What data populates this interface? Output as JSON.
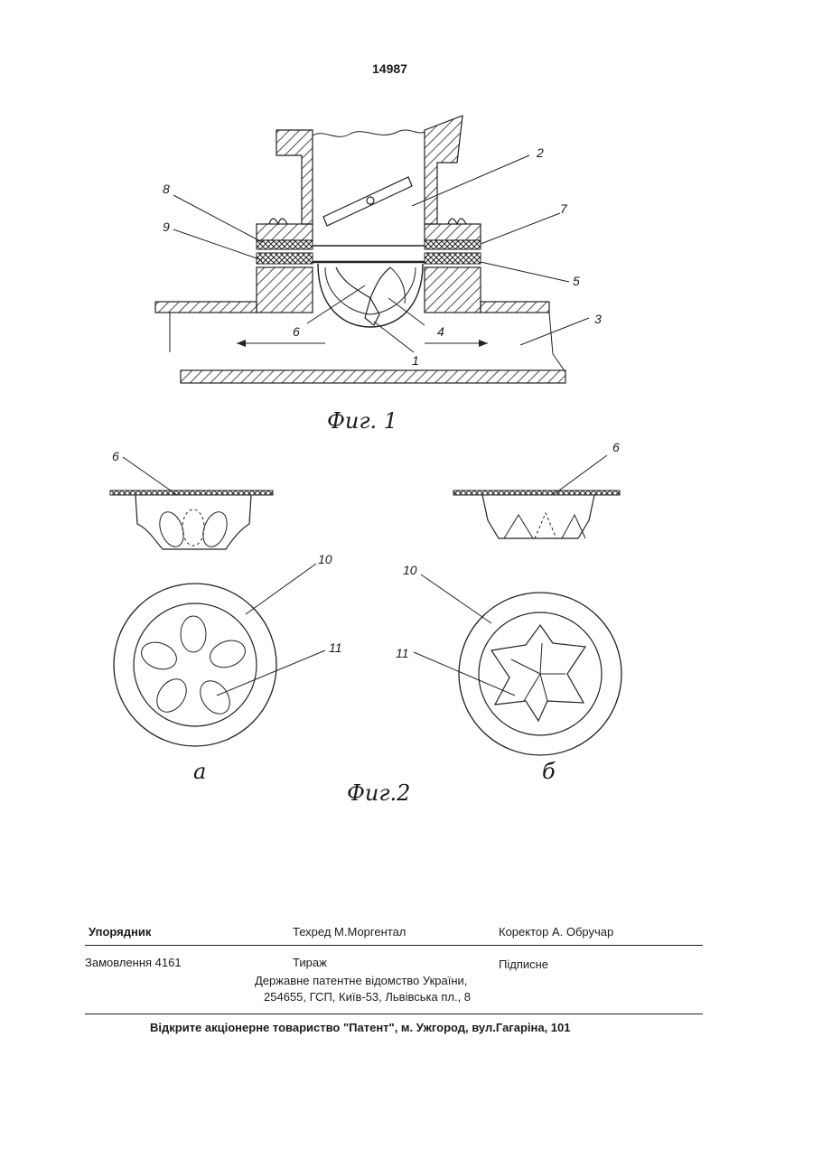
{
  "page_number": "14987",
  "fig1": {
    "caption": "Фиг. 1",
    "labels": [
      "1",
      "2",
      "3",
      "4",
      "5",
      "6",
      "7",
      "8",
      "9"
    ]
  },
  "fig2": {
    "caption": "Фиг.2",
    "variant_a": "а",
    "variant_b": "б",
    "labels_a": [
      "6",
      "10",
      "11"
    ],
    "labels_b": [
      "6",
      "10",
      "11"
    ]
  },
  "footer": {
    "compiler": "Упорядник",
    "tech_editor": "Техред М.Моргентал",
    "corrector": "Коректор А. Обручар",
    "order": "Замовлення 4161",
    "circulation": "Тираж",
    "signed": "Підписне",
    "office_line1": "Державне патентне відомство України,",
    "office_line2": "254655, ГСП, Київ-53, Львівська пл., 8",
    "printer": "Відкрите акціонерне товариство \"Патент\", м. Ужгород, вул.Гагаріна, 101"
  }
}
